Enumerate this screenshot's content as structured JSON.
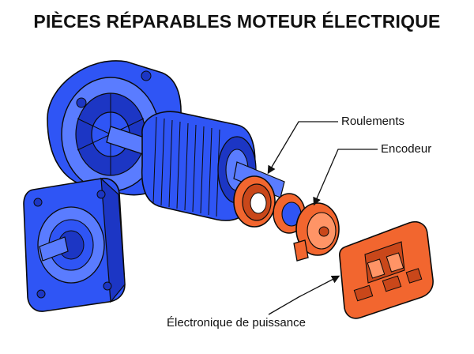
{
  "title": "PIÈCES RÉPARABLES MOTEUR ÉLECTRIQUE",
  "labels": {
    "bearings": "Roulements",
    "encoder": "Encodeur",
    "power_electronics": "Électronique de puissance"
  },
  "colors": {
    "motor_body": "#2f55f5",
    "motor_dark": "#1c36c4",
    "motor_light": "#5a7cff",
    "repairable": "#f2662f",
    "repairable_dark": "#c9471a",
    "repairable_light": "#ff9466",
    "outline": "#0b0b0b"
  },
  "parts": [
    {
      "name": "rear-housing",
      "repairable": false
    },
    {
      "name": "front-flange",
      "repairable": false
    },
    {
      "name": "rotor",
      "repairable": false
    },
    {
      "name": "bearings",
      "repairable": true
    },
    {
      "name": "encoder",
      "repairable": true
    },
    {
      "name": "power-electronics",
      "repairable": true
    }
  ]
}
